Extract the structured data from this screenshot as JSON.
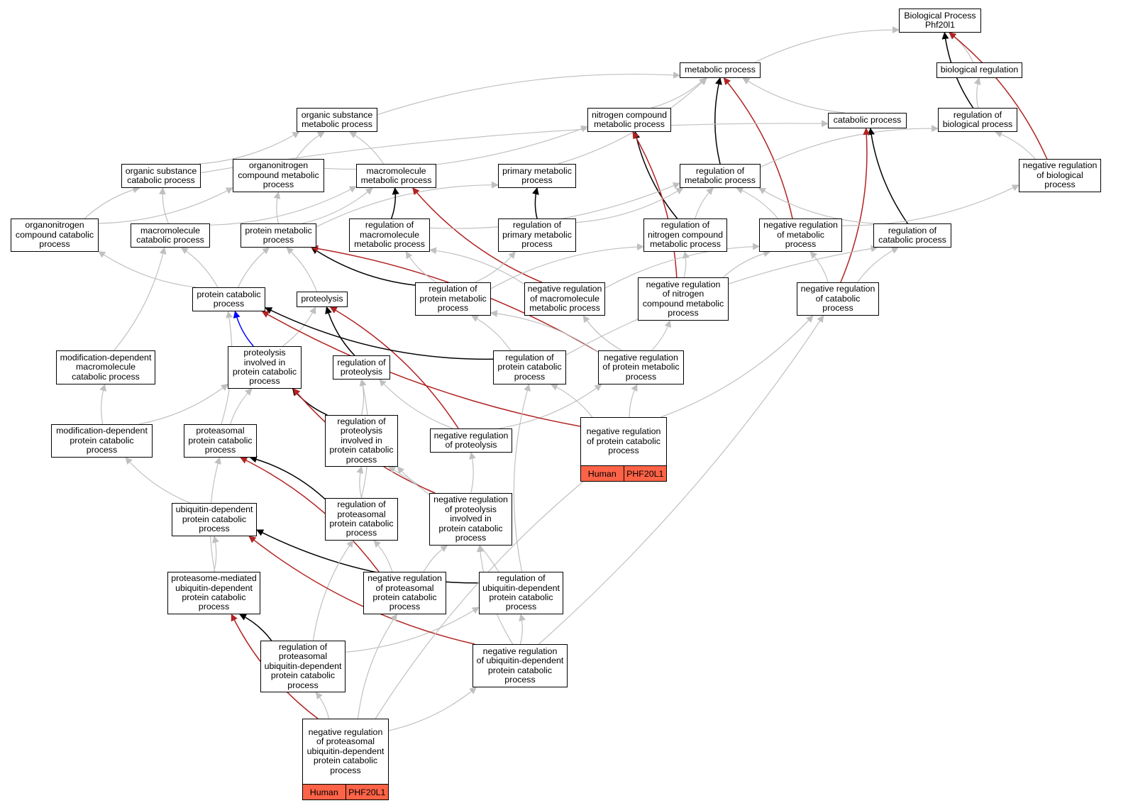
{
  "colors": {
    "grey": "#c0c0c0",
    "black": "#000000",
    "red": "#b22222",
    "blue": "#0000ff",
    "annotation": "#ff6347"
  },
  "annotation": {
    "species": "Human",
    "gene": "PHF20L1"
  },
  "nodes": [
    {
      "id": "bp",
      "label": "Biological Process\nPhf20l1"
    },
    {
      "id": "mp",
      "label": "metabolic process"
    },
    {
      "id": "br",
      "label": "biological regulation"
    },
    {
      "id": "osmp",
      "label": "organic substance\nmetabolic process"
    },
    {
      "id": "ncmp",
      "label": "nitrogen compound\nmetabolic process"
    },
    {
      "id": "cp",
      "label": "catabolic process"
    },
    {
      "id": "rbp",
      "label": "regulation of\nbiological process"
    },
    {
      "id": "oscp",
      "label": "organic substance\ncatabolic process"
    },
    {
      "id": "oncmp",
      "label": "organonitrogen\ncompound metabolic\nprocess"
    },
    {
      "id": "mmp",
      "label": "macromolecule\nmetabolic process"
    },
    {
      "id": "pmp",
      "label": "primary metabolic\nprocess"
    },
    {
      "id": "rmp",
      "label": "regulation of\nmetabolic process"
    },
    {
      "id": "nrbp",
      "label": "negative regulation\nof biological\nprocess"
    },
    {
      "id": "onccp",
      "label": "organonitrogen\ncompound catabolic\nprocess"
    },
    {
      "id": "mcp",
      "label": "macromolecule\ncatabolic process"
    },
    {
      "id": "prmp",
      "label": "protein metabolic\nprocess"
    },
    {
      "id": "rmmp",
      "label": "regulation of\nmacromolecule\nmetabolic process"
    },
    {
      "id": "rpmp",
      "label": "regulation of\nprimary metabolic\nprocess"
    },
    {
      "id": "rncmp",
      "label": "regulation of\nnitrogen compound\nmetabolic process"
    },
    {
      "id": "nrmp",
      "label": "negative regulation\nof metabolic\nprocess"
    },
    {
      "id": "rcp",
      "label": "regulation of\ncatabolic process"
    },
    {
      "id": "pcp",
      "label": "protein catabolic\nprocess"
    },
    {
      "id": "prot",
      "label": "proteolysis"
    },
    {
      "id": "rprmp",
      "label": "regulation of\nprotein metabolic\nprocess"
    },
    {
      "id": "nrmmp",
      "label": "negative regulation\nof macromolecule\nmetabolic process"
    },
    {
      "id": "nrncmp",
      "label": "negative regulation\nof nitrogen\ncompound metabolic\nprocess"
    },
    {
      "id": "nrcp",
      "label": "negative regulation\nof catabolic\nprocess"
    },
    {
      "id": "mdmcp",
      "label": "modification-dependent\nmacromolecule\ncatabolic process"
    },
    {
      "id": "pipcp",
      "label": "proteolysis\ninvolved in\nprotein catabolic\nprocess"
    },
    {
      "id": "rprot",
      "label": "regulation of\nproteolysis"
    },
    {
      "id": "rpcp",
      "label": "regulation of\nprotein catabolic\nprocess"
    },
    {
      "id": "nrprmp",
      "label": "negative regulation\nof protein metabolic\nprocess"
    },
    {
      "id": "mdpcp",
      "label": "modification-dependent\nprotein catabolic\nprocess"
    },
    {
      "id": "ppcp",
      "label": "proteasomal\nprotein catabolic\nprocess"
    },
    {
      "id": "rpipcp",
      "label": "regulation of\nproteolysis\ninvolved in\nprotein catabolic\nprocess"
    },
    {
      "id": "nrprot",
      "label": "negative regulation\nof proteolysis"
    },
    {
      "id": "nrpcp",
      "label": "negative regulation\nof protein catabolic\nprocess",
      "annotated": true
    },
    {
      "id": "udpcp",
      "label": "ubiquitin-dependent\nprotein catabolic\nprocess"
    },
    {
      "id": "rppcp",
      "label": "regulation of\nproteasomal\nprotein catabolic\nprocess"
    },
    {
      "id": "nrpipcp",
      "label": "negative regulation\nof proteolysis\ninvolved in\nprotein catabolic\nprocess"
    },
    {
      "id": "pmudpcp",
      "label": "proteasome-mediated\nubiquitin-dependent\nprotein catabolic\nprocess"
    },
    {
      "id": "nrppcp",
      "label": "negative regulation\nof proteasomal\nprotein catabolic\nprocess"
    },
    {
      "id": "rudpcp",
      "label": "regulation of\nubiquitin-dependent\nprotein catabolic\nprocess"
    },
    {
      "id": "rpudpcp",
      "label": "regulation of\nproteasomal\nubiquitin-dependent\nprotein catabolic\nprocess"
    },
    {
      "id": "nrudpcp",
      "label": "negative regulation\nof ubiquitin-dependent\nprotein catabolic\nprocess"
    },
    {
      "id": "nrpudpcp",
      "label": "negative regulation\nof proteasomal\nubiquitin-dependent\nprotein catabolic\nprocess",
      "annotated": true
    }
  ],
  "edges": [
    [
      "mp",
      "bp",
      "grey"
    ],
    [
      "br",
      "bp",
      "grey"
    ],
    [
      "rbp",
      "bp",
      "black"
    ],
    [
      "nrbp",
      "bp",
      "red"
    ],
    [
      "osmp",
      "mp",
      "grey"
    ],
    [
      "ncmp",
      "mp",
      "grey"
    ],
    [
      "cp",
      "mp",
      "grey"
    ],
    [
      "pmp",
      "mp",
      "grey"
    ],
    [
      "rmp",
      "mp",
      "black"
    ],
    [
      "nrmp",
      "mp",
      "red"
    ],
    [
      "rbp",
      "br",
      "grey"
    ],
    [
      "nrbp",
      "rbp",
      "grey"
    ],
    [
      "rmp",
      "rbp",
      "grey"
    ],
    [
      "oscp",
      "osmp",
      "grey"
    ],
    [
      "oncmp",
      "osmp",
      "grey"
    ],
    [
      "mmp",
      "osmp",
      "grey"
    ],
    [
      "oscp",
      "cp",
      "grey"
    ],
    [
      "oncmp",
      "ncmp",
      "grey"
    ],
    [
      "rncmp",
      "ncmp",
      "black"
    ],
    [
      "nrncmp",
      "ncmp",
      "red"
    ],
    [
      "rcp",
      "cp",
      "black"
    ],
    [
      "nrcp",
      "cp",
      "red"
    ],
    [
      "onccp",
      "oscp",
      "grey"
    ],
    [
      "onccp",
      "oncmp",
      "grey"
    ],
    [
      "mcp",
      "oscp",
      "grey"
    ],
    [
      "mcp",
      "mmp",
      "grey"
    ],
    [
      "prmp",
      "oncmp",
      "grey"
    ],
    [
      "prmp",
      "mmp",
      "grey"
    ],
    [
      "prmp",
      "pmp",
      "grey"
    ],
    [
      "rmmp",
      "mmp",
      "black"
    ],
    [
      "nrmmp",
      "mmp",
      "red"
    ],
    [
      "rmmp",
      "rmp",
      "grey"
    ],
    [
      "rpmp",
      "pmp",
      "black"
    ],
    [
      "rpmp",
      "rmp",
      "grey"
    ],
    [
      "rncmp",
      "rmp",
      "grey"
    ],
    [
      "nrmp",
      "rmp",
      "grey"
    ],
    [
      "rcp",
      "rmp",
      "grey"
    ],
    [
      "nrmp",
      "nrbp",
      "grey"
    ],
    [
      "pcp",
      "onccp",
      "grey"
    ],
    [
      "pcp",
      "mcp",
      "grey"
    ],
    [
      "pcp",
      "prmp",
      "grey"
    ],
    [
      "prot",
      "prmp",
      "grey"
    ],
    [
      "rprmp",
      "prmp",
      "black"
    ],
    [
      "nrprmp",
      "prmp",
      "red"
    ],
    [
      "rprmp",
      "rmmp",
      "grey"
    ],
    [
      "rprmp",
      "rpmp",
      "grey"
    ],
    [
      "rprmp",
      "rncmp",
      "grey"
    ],
    [
      "nrmmp",
      "rmmp",
      "grey"
    ],
    [
      "nrmmp",
      "nrmp",
      "grey"
    ],
    [
      "nrncmp",
      "rncmp",
      "grey"
    ],
    [
      "nrncmp",
      "nrmp",
      "grey"
    ],
    [
      "nrcp",
      "nrmp",
      "grey"
    ],
    [
      "nrcp",
      "rcp",
      "grey"
    ],
    [
      "mdmcp",
      "mcp",
      "grey"
    ],
    [
      "pipcp",
      "pcp",
      "blue"
    ],
    [
      "pipcp",
      "prot",
      "grey"
    ],
    [
      "rprot",
      "prot",
      "black"
    ],
    [
      "nrprot",
      "prot",
      "red"
    ],
    [
      "rpcp",
      "pcp",
      "black"
    ],
    [
      "rpcp",
      "rprmp",
      "grey"
    ],
    [
      "rpcp",
      "rcp",
      "grey"
    ],
    [
      "nrprmp",
      "rprmp",
      "grey"
    ],
    [
      "nrprmp",
      "nrmmp",
      "grey"
    ],
    [
      "nrprmp",
      "nrncmp",
      "grey"
    ],
    [
      "mdpcp",
      "mdmcp",
      "grey"
    ],
    [
      "mdpcp",
      "pipcp",
      "grey"
    ],
    [
      "ppcp",
      "pipcp",
      "grey"
    ],
    [
      "ppcp",
      "pcp",
      "grey"
    ],
    [
      "rpipcp",
      "pipcp",
      "black"
    ],
    [
      "rpipcp",
      "rprot",
      "grey"
    ],
    [
      "nrprot",
      "rprot",
      "grey"
    ],
    [
      "nrprot",
      "nrprmp",
      "grey"
    ],
    [
      "nrpcp",
      "pcp",
      "red"
    ],
    [
      "nrpcp",
      "rpcp",
      "grey"
    ],
    [
      "nrpcp",
      "nrprmp",
      "grey"
    ],
    [
      "nrpcp",
      "nrcp",
      "grey"
    ],
    [
      "udpcp",
      "mdpcp",
      "grey"
    ],
    [
      "rppcp",
      "ppcp",
      "black"
    ],
    [
      "rppcp",
      "rpipcp",
      "grey"
    ],
    [
      "rppcp",
      "rprot",
      "grey"
    ],
    [
      "nrpipcp",
      "rpipcp",
      "grey"
    ],
    [
      "nrpipcp",
      "nrprot",
      "grey"
    ],
    [
      "nrpipcp",
      "pipcp",
      "red"
    ],
    [
      "pmudpcp",
      "udpcp",
      "grey"
    ],
    [
      "pmudpcp",
      "ppcp",
      "grey"
    ],
    [
      "nrppcp",
      "rppcp",
      "grey"
    ],
    [
      "nrppcp",
      "nrpipcp",
      "grey"
    ],
    [
      "nrppcp",
      "ppcp",
      "red"
    ],
    [
      "rudpcp",
      "udpcp",
      "black"
    ],
    [
      "rudpcp",
      "rpipcp",
      "grey"
    ],
    [
      "rudpcp",
      "rpcp",
      "grey"
    ],
    [
      "rpudpcp",
      "pmudpcp",
      "black"
    ],
    [
      "rpudpcp",
      "rppcp",
      "grey"
    ],
    [
      "rpudpcp",
      "rudpcp",
      "grey"
    ],
    [
      "nrudpcp",
      "udpcp",
      "red"
    ],
    [
      "nrudpcp",
      "rudpcp",
      "grey"
    ],
    [
      "nrudpcp",
      "nrpipcp",
      "grey"
    ],
    [
      "nrudpcp",
      "nrcp",
      "grey"
    ],
    [
      "nrpudpcp",
      "pmudpcp",
      "red"
    ],
    [
      "nrpudpcp",
      "rpudpcp",
      "grey"
    ],
    [
      "nrpudpcp",
      "nrppcp",
      "grey"
    ],
    [
      "nrpudpcp",
      "nrudpcp",
      "grey"
    ],
    [
      "nrpudpcp",
      "nrpcp",
      "grey"
    ]
  ]
}
